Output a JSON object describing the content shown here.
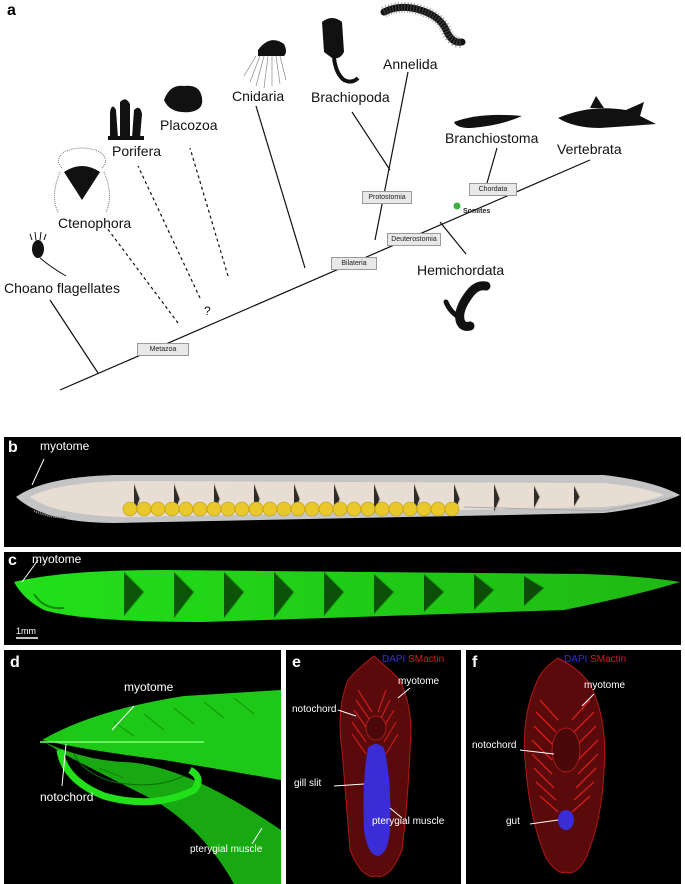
{
  "panels": {
    "a": "a",
    "b": "b",
    "c": "c",
    "d": "d",
    "e": "e",
    "f": "f"
  },
  "tree": {
    "taxa": {
      "choano": "Choano flagellates",
      "ctenophora": "Ctenophora",
      "porifera": "Porifera",
      "placozoa": "Placozoa",
      "cnidaria": "Cnidaria",
      "brachiopoda": "Brachiopoda",
      "annelida": "Annelida",
      "branchiostoma": "Branchiostoma",
      "vertebrata": "Vertebrata",
      "hemichordata": "Hemichordata"
    },
    "nodes": {
      "metazoa": "Metazoa",
      "bilateria": "Bilateria",
      "protostomia": "Protostomia",
      "deuterostomia": "Deuterostomia",
      "chordata": "Chordata"
    },
    "question": "?",
    "somites_label": "Somites",
    "somites_color": "#3cb043"
  },
  "panel_b": {
    "myotome": "myotome"
  },
  "panel_c": {
    "myotome": "myotome",
    "scale": "1mm"
  },
  "panel_d": {
    "myotome": "myotome",
    "notochord": "notochord",
    "pterygial": "pterygial muscle"
  },
  "panel_e": {
    "stain_dapi": "DAPI",
    "stain_smactin": "SMactin",
    "myotome": "myotome",
    "notochord": "notochord",
    "gill_slit": "gill slit",
    "pterygial": "pterygial muscle"
  },
  "panel_f": {
    "stain_dapi": "DAPI",
    "stain_smactin": "SMactin",
    "myotome": "myotome",
    "notochord": "notochord",
    "gut": "gut"
  },
  "colors": {
    "green_fluor": "#22e01a",
    "dapi_blue": "#3a2dd8",
    "smactin_red": "#d81e1e",
    "gonad_yellow": "#e8c82a",
    "somites_green": "#3cb043"
  }
}
